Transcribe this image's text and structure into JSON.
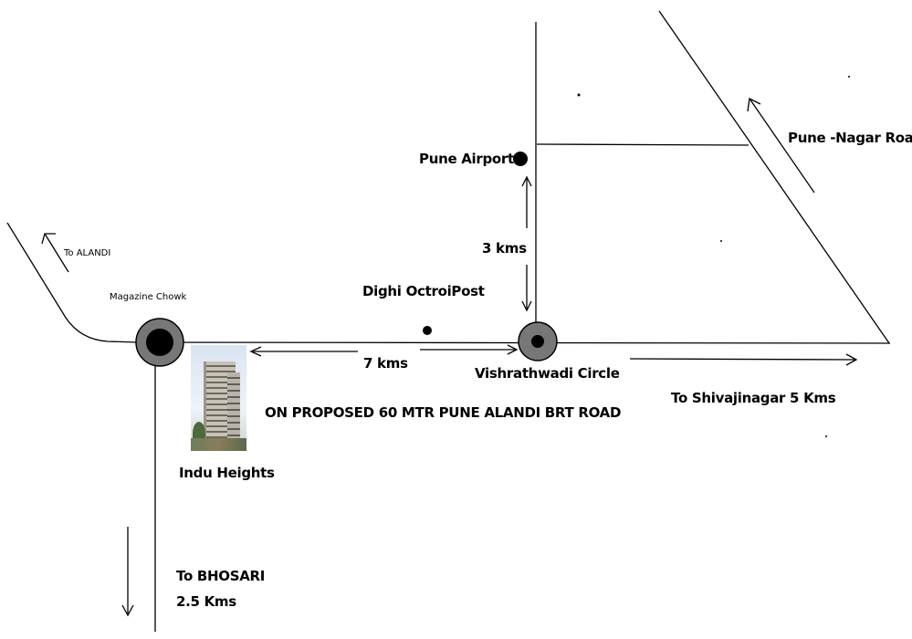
{
  "labels": {
    "to_alandi": "To ALANDI",
    "magazine_chowk": "Magazine Chowk",
    "dighi_octroi_post": "Dighi OctroiPost",
    "pune_airport": "Pune Airport",
    "three_kms": "3 kms",
    "seven_kms": "7 kms",
    "vishrathwadi_circle": "Vishrathwadi Circle",
    "pune_nagar_road": "Pune -Nagar Road",
    "to_shivajinagar": "To Shivajinagar 5 Kms",
    "proposed_road": "ON PROPOSED 60 MTR PUNE ALANDI BRT ROAD",
    "indu_heights": "Indu Heights",
    "to_bhosari": "To BHOSARI",
    "bhosari_distance": "2.5 Kms"
  },
  "colors": {
    "ink": "#000000",
    "circle_ring": "#777777",
    "background": "#ffffff"
  },
  "icons": {
    "junction_marker": "ring-with-dot",
    "place_marker": "filled-dot",
    "building_photo": "apartment-tower-thumbnail"
  }
}
